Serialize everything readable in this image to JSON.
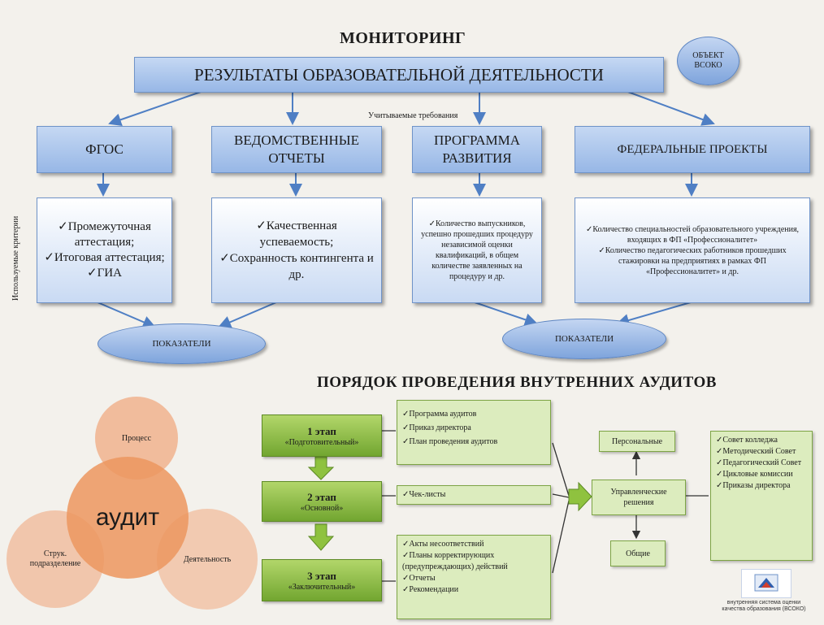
{
  "monitoring": {
    "title": "МОНИТОРИНГ",
    "main_box": "РЕЗУЛЬТАТЫ  ОБРАЗОВАТЕЛЬНОЙ  ДЕЯТЕЛЬНОСТИ",
    "object_ellipse": "ОБЪЕКТ ВСОКО",
    "requirements_label": "Учитываемые требования",
    "criteria_label": "Используемые критерии",
    "categories": [
      {
        "title": "ФГОС",
        "items": [
          "Промежуточная аттестация;",
          "Итоговая аттестация;",
          "ГИА"
        ]
      },
      {
        "title": "ВЕДОМСТВЕННЫЕ ОТЧЕТЫ",
        "items": [
          "Качественная успеваемость;",
          "Сохранность контингента и др."
        ]
      },
      {
        "title": "ПРОГРАММА РАЗВИТИЯ",
        "items": [
          "Количество выпускников, успешно прошедших процедуру независимой оценки квалификаций, в общем количестве заявленных на процедуру и др."
        ]
      },
      {
        "title": "ФЕДЕРАЛЬНЫЕ  ПРОЕКТЫ",
        "items": [
          "Количество специальностей образовательного учреждения, входящих в ФП «Профессионалитет»",
          "Количество педагогических работников прошедших стажировки на предприятиях в рамках ФП «Профессионалитет» и др."
        ]
      }
    ],
    "indicators_left": "ПОКАЗАТЕЛИ",
    "indicators_right": "ПОКАЗАТЕЛИ"
  },
  "audits": {
    "title": "ПОРЯДОК ПРОВЕДЕНИЯ ВНУТРЕННИХ АУДИТОВ",
    "venn": {
      "center": "аудит",
      "top": "Процесс",
      "left": "Струк. подразделение",
      "right": "Деятельность"
    },
    "stages": [
      {
        "name": "1 этап",
        "sub": "«Подготовительный»",
        "items": [
          "Программа аудитов",
          "Приказ директора",
          "План проведения аудитов"
        ]
      },
      {
        "name": "2 этап",
        "sub": "«Основной»",
        "items": [
          "Чек-листы"
        ]
      },
      {
        "name": "3 этап",
        "sub": "«Заключительный»",
        "items": [
          "Акты несоответствий",
          "Планы корректирующих (предупреждающих) действий",
          "Отчеты",
          "Рекомендации"
        ]
      }
    ],
    "decisions": "Управленческие решения",
    "personal": "Персональные",
    "general": "Общие",
    "bodies": [
      "Совет колледжа",
      "Методический Совет",
      "Педагогический Совет",
      "Цикловые комиссии",
      "Приказы директора"
    ],
    "logo_caption": "внутренняя система оценки качества образования (ВСОКО)"
  },
  "colors": {
    "blue_box": "#97b7e6",
    "green_dark": "#72a630",
    "green_light": "#dcecbe",
    "circle_orange": "#f0b48e",
    "arrow_blue": "#4f7fc4"
  }
}
